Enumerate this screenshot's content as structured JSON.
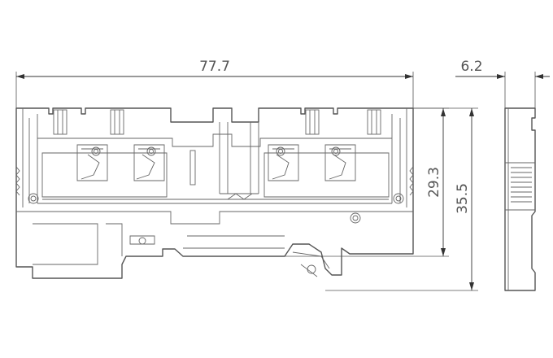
{
  "dimensions": {
    "overall_width": "77.7",
    "side_width": "6.2",
    "inner_height": "29.3",
    "overall_height": "35.5"
  },
  "colors": {
    "line": "#555555",
    "dimension_line": "#333333",
    "background": "#ffffff"
  }
}
